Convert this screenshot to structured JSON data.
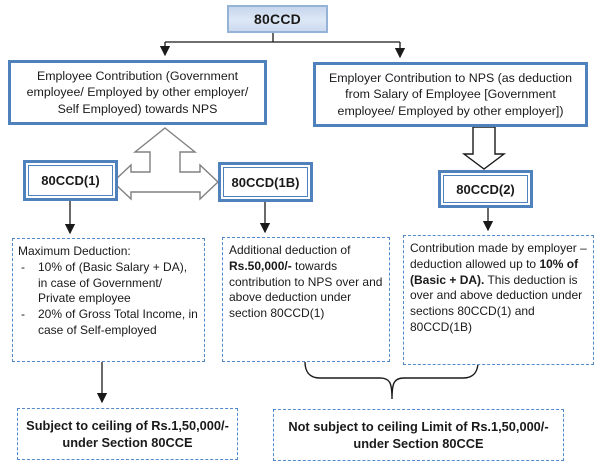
{
  "root": {
    "label": "80CCD"
  },
  "branches": {
    "employee": {
      "lines": [
        "Employee Contribution (Government",
        "employee/ Employed by other employer/",
        "Self Employed) towards NPS"
      ]
    },
    "employer": {
      "lines": [
        "Employer Contribution to NPS (as deduction",
        "from Salary of Employee [Government",
        "employee/ Employed by other employer])"
      ]
    }
  },
  "sections": {
    "s1": {
      "label": "80CCD(1)"
    },
    "s1b": {
      "label": "80CCD(1B)"
    },
    "s2": {
      "label": "80CCD(2)"
    }
  },
  "details": {
    "max_deduction": {
      "title": "Maximum Deduction:",
      "bullet": "-",
      "items": [
        "10% of (Basic Salary + DA), in case of Government/ Private employee",
        "20% of Gross Total Income, in case of Self-employed"
      ]
    },
    "additional": {
      "pre": "Additional deduction of ",
      "bold": "Rs.50,000/-",
      "post": " towards contribution to NPS over and above deduction under section 80CCD(1)"
    },
    "employer_detail": {
      "pre": "Contribution made by employer – deduction allowed up to ",
      "bold": "10% of (Basic + DA).",
      "post": " This deduction is over and above deduction under sections 80CCD(1) and 80CCD(1B)"
    }
  },
  "ceilings": {
    "subject": {
      "lines": [
        "Subject to ceiling of Rs.1,50,000/-",
        "under Section 80CCE"
      ]
    },
    "not_subject": {
      "lines": [
        "Not subject to ceiling Limit of Rs.1,50,000/-",
        "under Section 80CCE"
      ]
    }
  },
  "colors": {
    "node_border_blue": "#4f81bd",
    "dashed_border_blue": "#5288cc",
    "root_fill_light_blue": "#cfdcf0",
    "root_border_blue": "#95b3d7",
    "connector_black": "#1a1a1a",
    "three_way_arrow_outline_gray": "#808080",
    "text_black": "#1a1a1a"
  }
}
